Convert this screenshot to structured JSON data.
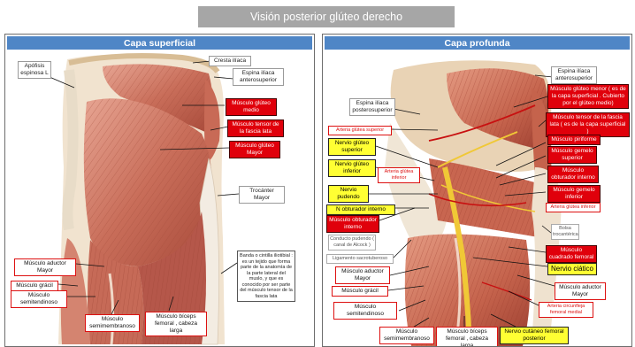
{
  "title": "Visión posterior  glúteo  derecho",
  "left_panel": {
    "header": "Capa superficial",
    "labels": {
      "apofisis": "Apófisis espinosa L",
      "cresta": "Cresta ilíaca",
      "espina_ant": "Espina ilíaca anterosuperior",
      "gluteo_medio": "Músculo glúteo medio",
      "tensor": "Músculo tensor de la fascia lata",
      "gluteo_mayor": "Músculo glúteo Mayor",
      "trocanter": "Trocánter Mayor",
      "aductor": "Músculo aductor Mayor",
      "gracil": "Músculo grácil",
      "semitendinoso": "Músculo semitendinoso",
      "semimembranoso": "Músculo semimembranoso",
      "biceps": "Músculo bíceps femoral , cabeza larga",
      "banda": "Banda o cintilla iliotibial : es un tejido que forma parte de la anatomía de la parte lateral del muslo, y que es conocido por ser parte del músculo tensor de la fascia lata"
    }
  },
  "right_panel": {
    "header": "Capa profunda",
    "labels": {
      "espina_ant": "Espina ilíaca anterosuperior",
      "gluteo_menor": "Músculo glúteo menor ( es de la capa superficial . Cubierto por el glúteo medio)",
      "espina_post": "Espina ilíaca posterosuperior",
      "tensor": "Músculo tensor de la fascia lata ( es de la capa superficial )",
      "arteria_sup": "Arteria glútea superior",
      "piriforme": "Músculo piriforme",
      "nervio_sup": "Nervio glúteo superior",
      "gemelo_sup": "Músculo gemelo superior",
      "nervio_inf": "Nervio glúteo inferior",
      "arteria_inf_small": "Arteria glútea inferior",
      "obturador_int": "Músculo obturador interno",
      "pudendo": "Nervio pudendo",
      "gemelo_inf": "Músculo gemelo inferior",
      "n_obturador": "N obturador interno",
      "arteria_inf": "Arteria glútea inferior",
      "obturador_int2": "Músculo obturador interno",
      "conducto": "Conducto pudendo ( canal de Alcock )",
      "bolsa": "Bolsa trocantérica",
      "cuadrado": "Músculo cuadrado femoral",
      "ligamento": "Ligamento sacrotuberoso",
      "ciatico": "Nervio ciático",
      "aductor": "Músculo aductor Mayor",
      "aductor2": "Músculo aductor Mayor",
      "gracil": "Músculo grácil",
      "circunfleja": "Arteria circunfleja femoral medial",
      "semitendinoso": "Músculo semitendinoso",
      "semimembranoso": "Músculo semimembranoso",
      "biceps": "Músculo bíceps femoral , cabeza larga",
      "cutaneo": "Nervio cutáneo femoral posterior"
    }
  }
}
